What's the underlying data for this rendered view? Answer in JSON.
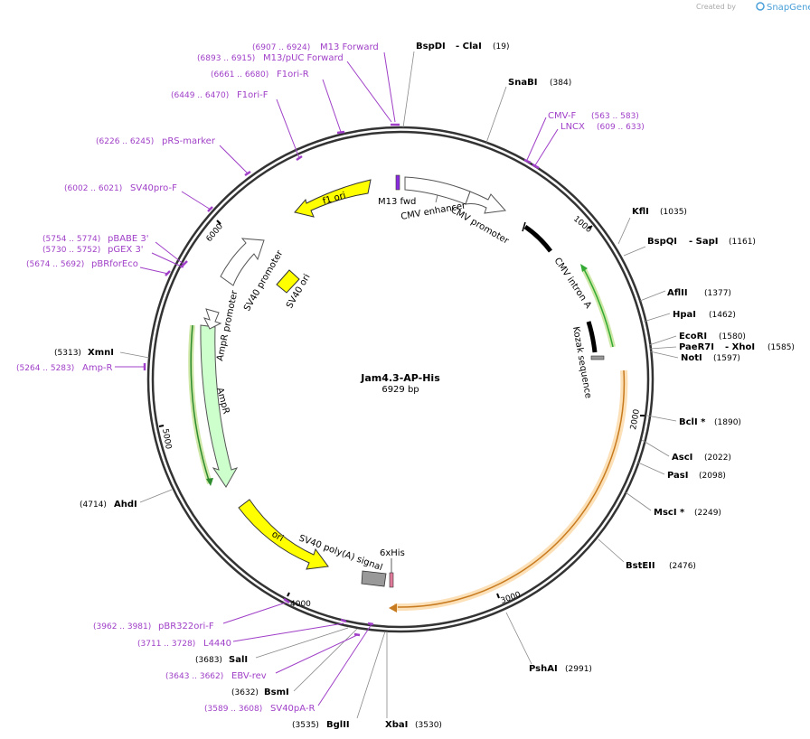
{
  "credit": {
    "prefix": "Created by",
    "brand": "SnapGene"
  },
  "plasmid": {
    "name": "Jam4.3-AP-His",
    "length": "6929 bp"
  },
  "ticks": [
    "1000",
    "2000",
    "3000",
    "4000",
    "5000",
    "6000"
  ],
  "features": [
    {
      "label": "f1 ori"
    },
    {
      "label": "M13 fwd"
    },
    {
      "label": "CMV enhancer"
    },
    {
      "label": "CMV promoter"
    },
    {
      "label": "CMV intron A"
    },
    {
      "label": "Kozak sequence"
    },
    {
      "label": "SV40 promoter"
    },
    {
      "label": "SV40 ori"
    },
    {
      "label": "AmpR promoter"
    },
    {
      "label": "AmpR"
    },
    {
      "label": "ori"
    },
    {
      "label": "SV40 poly(A) signal"
    },
    {
      "label": "6xHis"
    }
  ],
  "enzymes": [
    {
      "name": "BspDI",
      "extra": "- ClaI",
      "pos": "(19)"
    },
    {
      "name": "SnaBI",
      "pos": "(384)"
    },
    {
      "name": "KflI",
      "pos": "(1035)"
    },
    {
      "name": "BspQI",
      "extra": "- SapI",
      "pos": "(1161)"
    },
    {
      "name": "AflII",
      "pos": "(1377)"
    },
    {
      "name": "HpaI",
      "pos": "(1462)"
    },
    {
      "name": "EcoRI",
      "pos": "(1580)"
    },
    {
      "name": "PaeR7I",
      "extra": "- XhoI",
      "pos": "(1585)"
    },
    {
      "name": "NotI",
      "pos": "(1597)"
    },
    {
      "name": "BclI *",
      "pos": "(1890)"
    },
    {
      "name": "AscI",
      "pos": "(2022)"
    },
    {
      "name": "PasI",
      "pos": "(2098)"
    },
    {
      "name": "MscI *",
      "pos": "(2249)"
    },
    {
      "name": "BstEII",
      "pos": "(2476)"
    },
    {
      "name": "PshAI",
      "pos": "(2991)"
    },
    {
      "name": "XbaI",
      "pos": "(3530)"
    },
    {
      "name": "BglII",
      "pos": "(3535)"
    },
    {
      "name": "BsmI",
      "pos": "(3632)"
    },
    {
      "name": "SalI",
      "pos": "(3683)"
    },
    {
      "name": "AhdI",
      "pos": "(4714)"
    },
    {
      "name": "XmnI",
      "pos": "(5313)"
    }
  ],
  "primers": [
    {
      "name": "M13 Forward",
      "pos": "(6907 .. 6924)"
    },
    {
      "name": "M13/pUC Forward",
      "pos": "(6893 .. 6915)"
    },
    {
      "name": "F1ori-R",
      "pos": "(6661 .. 6680)"
    },
    {
      "name": "F1ori-F",
      "pos": "(6449 .. 6470)"
    },
    {
      "name": "pRS-marker",
      "pos": "(6226 .. 6245)"
    },
    {
      "name": "SV40pro-F",
      "pos": "(6002 .. 6021)"
    },
    {
      "name": "pBABE 3'",
      "pos": "(5754 .. 5774)"
    },
    {
      "name": "pGEX 3'",
      "pos": "(5730 .. 5752)"
    },
    {
      "name": "pBRforEco",
      "pos": "(5674 .. 5692)"
    },
    {
      "name": "Amp-R",
      "pos": "(5264 .. 5283)"
    },
    {
      "name": "CMV-F",
      "pos": "(563 .. 583)"
    },
    {
      "name": "LNCX",
      "pos": "(609 .. 633)"
    },
    {
      "name": "pBR322ori-F",
      "pos": "(3962 .. 3981)"
    },
    {
      "name": "L4440",
      "pos": "(3711 .. 3728)"
    },
    {
      "name": "EBV-rev",
      "pos": "(3643 .. 3662)"
    },
    {
      "name": "SV40pA-R",
      "pos": "(3589 .. 3608)"
    }
  ],
  "colors": {
    "backbone": "#333333",
    "primer": "#a040c8",
    "f1_ori": "#ffff00",
    "ori": "#ffff00",
    "sv40_ori": "#ffff00",
    "cmv_white": "#ffffff",
    "ampr": "#ccffcc",
    "ampr_edge": "#2e8b2e",
    "orf_highlight": "#f5c57a",
    "intron_green": "#66cc33",
    "polyA_gray": "#999999"
  }
}
